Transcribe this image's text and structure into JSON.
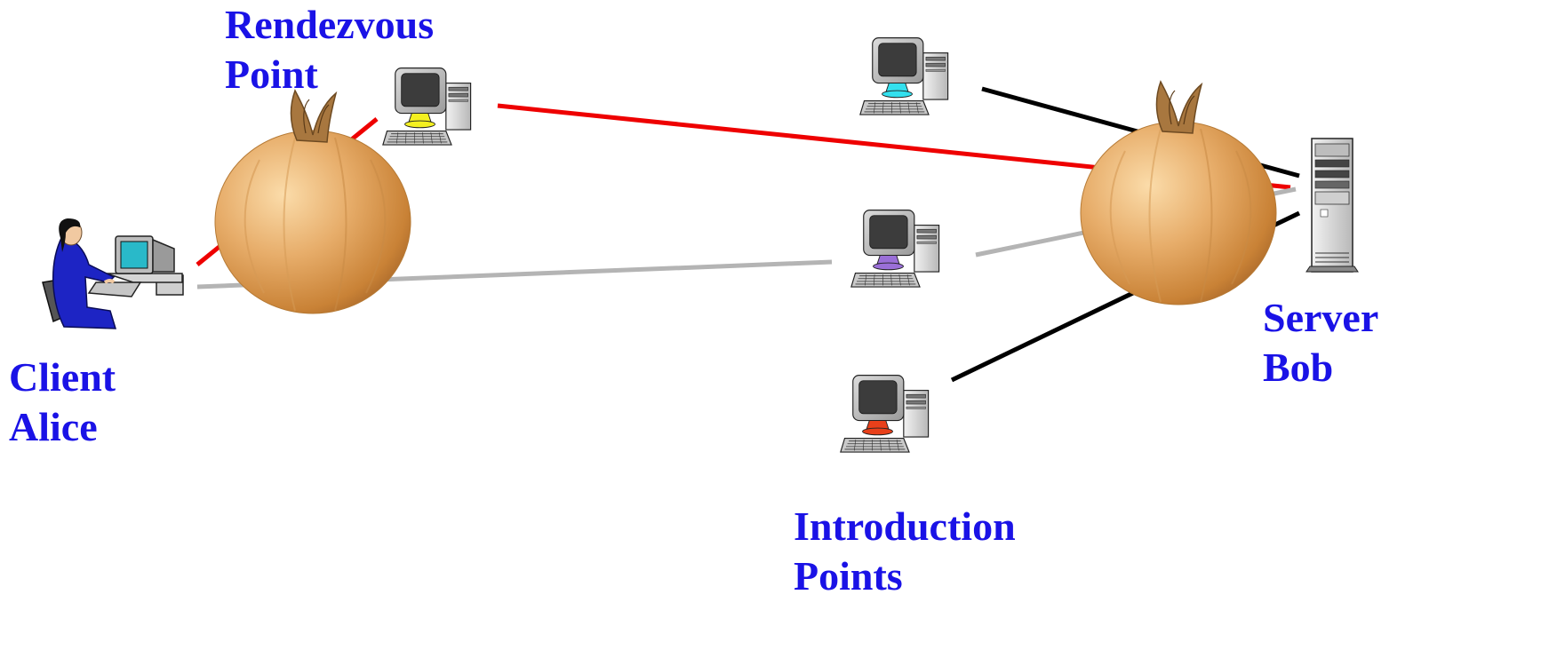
{
  "labels": {
    "rendezvous_point": [
      "Rendezvous",
      "Point"
    ],
    "client_alice": [
      "Client",
      "Alice"
    ],
    "server_bob": [
      "Server",
      "Bob"
    ],
    "introduction_points": [
      "Introduction",
      "Points"
    ]
  },
  "icons": {
    "alice": "person-at-computer-icon",
    "rendezvous": "desktop-computer-icon",
    "intro": "desktop-computer-icon",
    "server": "server-tower-icon",
    "onion": "onion-icon"
  },
  "colors": {
    "label": "#1a12e6",
    "rendezvous_path": "#ee0000",
    "client_path": "#b4b4b4",
    "introduction_path": "#000000",
    "intro_computer_1_accent": "#33e0ee",
    "intro_computer_2_accent": "#9a6fd8",
    "intro_computer_3_accent": "#e8401a",
    "rendezvous_computer_accent": "#f4f020"
  }
}
